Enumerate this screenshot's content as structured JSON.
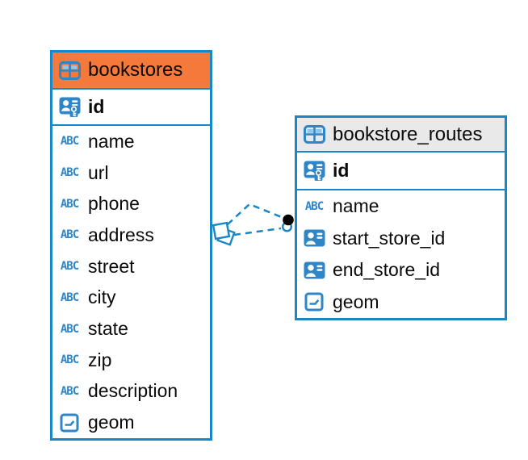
{
  "diagram": {
    "colors": {
      "border_blue": "#1787c8",
      "icon_blue": "#2e86c8",
      "icon_cell": "#8fc7ea",
      "bookstores_header": "#f5793b",
      "routes_header": "#e9e9e9",
      "connector_dot": "#000000"
    },
    "text_icon_glyph": "ABC",
    "tables": [
      {
        "name": "bookstores",
        "header_bg": "#f5793b",
        "icon": "table-icon",
        "columns": [
          {
            "label": "id",
            "icon": "primary-key-icon"
          },
          {
            "label": "name",
            "icon": "text-icon"
          },
          {
            "label": "url",
            "icon": "text-icon"
          },
          {
            "label": "phone",
            "icon": "text-icon"
          },
          {
            "label": "address",
            "icon": "text-icon"
          },
          {
            "label": "street",
            "icon": "text-icon"
          },
          {
            "label": "city",
            "icon": "text-icon"
          },
          {
            "label": "state",
            "icon": "text-icon"
          },
          {
            "label": "zip",
            "icon": "text-icon"
          },
          {
            "label": "description",
            "icon": "text-icon"
          },
          {
            "label": "geom",
            "icon": "geometry-icon"
          }
        ]
      },
      {
        "name": "bookstore_routes",
        "header_bg": "#e9e9e9",
        "icon": "table-icon",
        "columns": [
          {
            "label": "id",
            "icon": "primary-key-icon"
          },
          {
            "label": "name",
            "icon": "text-icon"
          },
          {
            "label": "start_store_id",
            "icon": "foreign-key-icon"
          },
          {
            "label": "end_store_id",
            "icon": "foreign-key-icon"
          },
          {
            "label": "geom",
            "icon": "geometry-icon"
          }
        ]
      }
    ],
    "relationships": [
      {
        "from": "bookstores.id",
        "to": "bookstore_routes.start_store_id",
        "style": "dashed"
      },
      {
        "from": "bookstores.id",
        "to": "bookstore_routes.end_store_id",
        "style": "dashed"
      }
    ]
  }
}
